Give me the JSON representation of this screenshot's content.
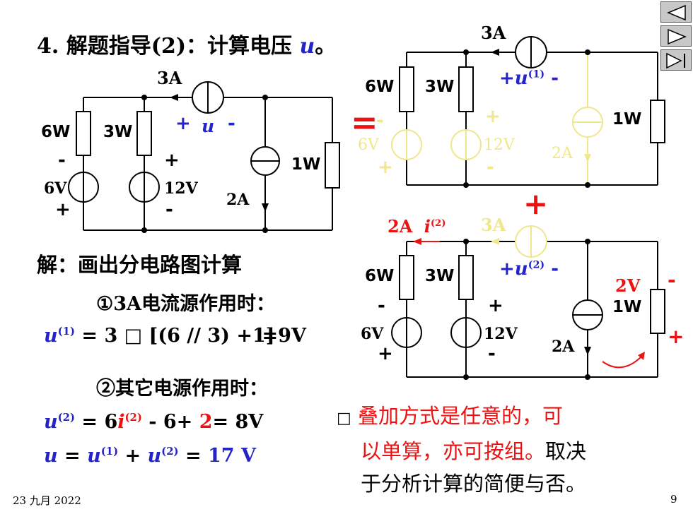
{
  "title": {
    "prefix": "4. 解题指导(2)：计算电压 ",
    "var": "u",
    "suffix": "。"
  },
  "left_circuit": {
    "src3": "3A",
    "r6": "6W",
    "r3": "3W",
    "u_plus": "+",
    "u": "u",
    "u_minus": "-",
    "v6_minus": "-",
    "v6": "6V",
    "v6_plus": "+",
    "v12_plus": "+",
    "v12": "12V",
    "v12_minus": "-",
    "r1": "1W",
    "src2": "2A"
  },
  "equals": "=",
  "plus_sign": "+",
  "top_circuit": {
    "src3": "3A",
    "r6": "6W",
    "r3": "3W",
    "u_plus": "+",
    "u": "u",
    "sup": "(1)",
    "u_minus": "-",
    "v6_minus": "-",
    "v6": "6V",
    "v6_plus": "+",
    "v12_plus": "+",
    "v12": "12V",
    "v12_minus": "-",
    "src2": "2A",
    "r1": "1W"
  },
  "bottom_circuit": {
    "i_label": "2A",
    "i": "i",
    "i_sup": "(2)",
    "src3": "3A",
    "r6": "6W",
    "r3": "3W",
    "u_plus": "+",
    "u": "u",
    "sup": "(2)",
    "u_minus": "-",
    "v2": "2V",
    "v2_minus": "-",
    "v2_plus": "+",
    "r1": "1W",
    "v6_minus": "-",
    "v6": "6V",
    "v6_plus": "+",
    "v12_plus": "+",
    "v12": "12V",
    "v12_minus": "-",
    "src2": "2A"
  },
  "solution": {
    "header": "解：画出分电路图计算",
    "case1": "①3A电流源作用时：",
    "eq1_lhs": "u",
    "eq1_sup": "(1)",
    "eq1_body": "= 3 □ [(6 // 3) +1]",
    "eq1_tail": "=9V",
    "case2": "②其它电源作用时：",
    "eq2_lhs": "u",
    "eq2_sup": "(2)",
    "eq2_a": "= 6",
    "eq2_i": "i",
    "eq2_isup": "(2)",
    "eq2_b": "- 6+ ",
    "eq2_c": "2",
    "eq2_d": "= 8V",
    "eq3_u": "u",
    "eq3_mid": " = ",
    "eq3_u1": "u",
    "eq3_sup1": "(1)",
    "eq3_plus": " + ",
    "eq3_u2": "u",
    "eq3_sup2": "(2)",
    "eq3_eq": " = ",
    "eq3_val": "17 V"
  },
  "note": {
    "bullet": "□",
    "line1": " 叠加方式是任意的，可",
    "line2_red": "以单算，亦可按组。",
    "line2_black": "取决",
    "line3": "于分析计算的简便与否。"
  },
  "footer": {
    "date": "23 九月 2022",
    "page": "9"
  },
  "nav": {
    "prev": "back-arrow-icon",
    "next": "forward-arrow-icon",
    "end": "end-arrow-icon"
  },
  "colors": {
    "blue": "#2424c8",
    "red": "#ee1111",
    "yellow": "#f0e68c"
  }
}
